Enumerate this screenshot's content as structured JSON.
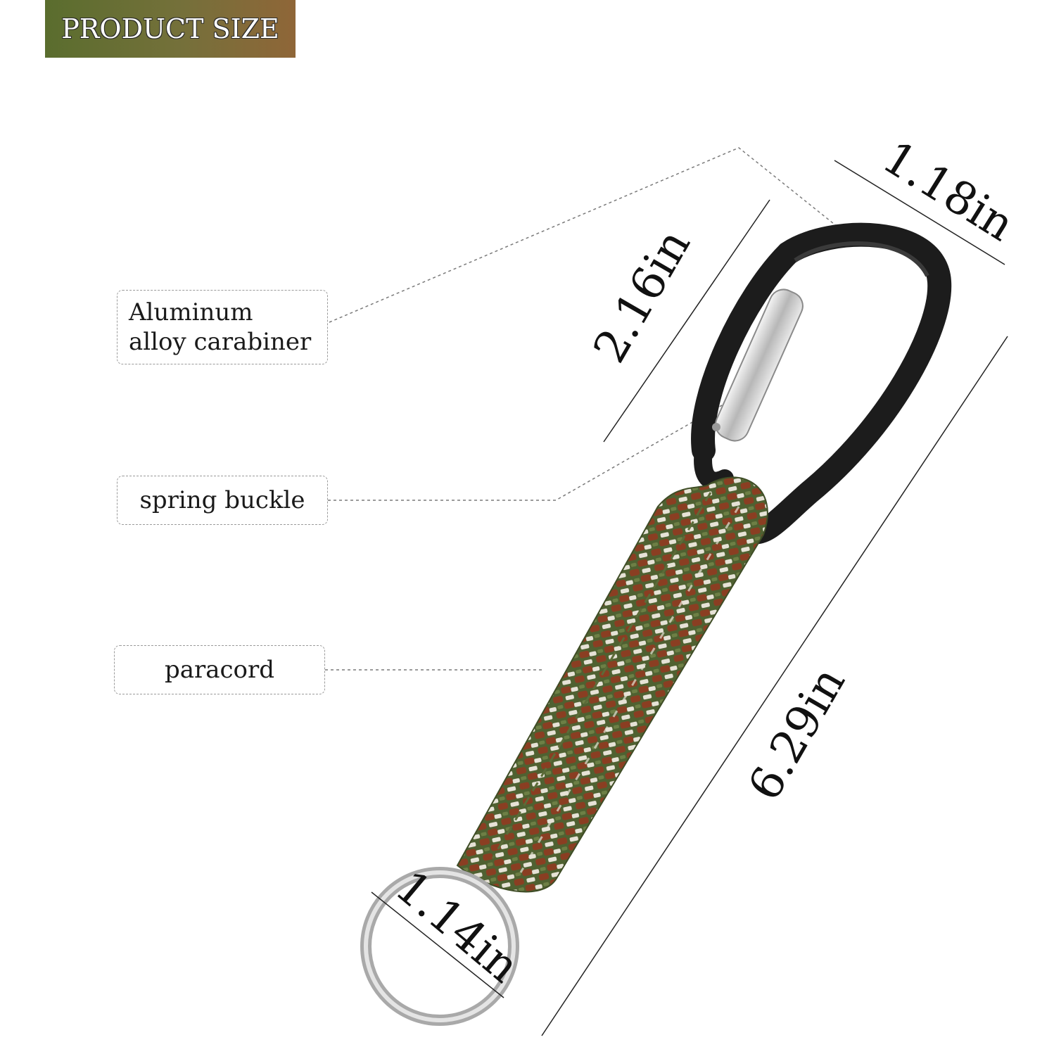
{
  "header": {
    "title": "PRODUCT SIZE"
  },
  "callouts": {
    "carabiner": {
      "line1": "Aluminum",
      "line2": "alloy carabiner"
    },
    "spring_buckle": "spring buckle",
    "paracord": "paracord"
  },
  "dimensions": {
    "carabiner_width": "1.18in",
    "carabiner_length": "2.16in",
    "total_length": "6.29in",
    "ring_diameter": "1.14in"
  },
  "colors": {
    "banner_start": "#5a6d2e",
    "banner_end": "#8f6638",
    "carabiner": "#1c1c1c",
    "gate": "#c8c8c8",
    "cord_green": "#4f6131",
    "cord_brown": "#8a3e22",
    "cord_white": "#e6e2d6"
  }
}
